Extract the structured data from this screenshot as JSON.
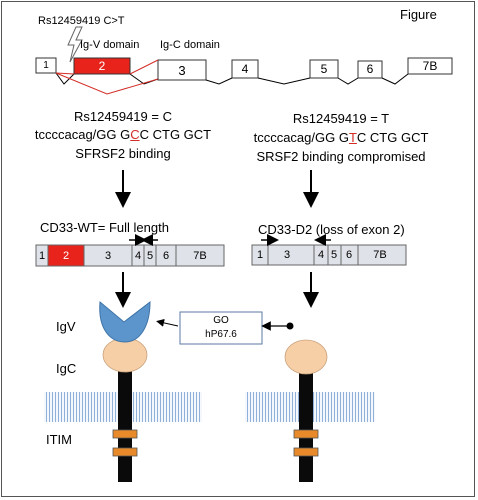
{
  "figure_label": "Figure",
  "snp_label": "Rs12459419 C>T",
  "domains": {
    "igv": "Ig-V domain",
    "igc": "Ig-C domain"
  },
  "gene_exons": [
    "1",
    "2",
    "3",
    "4",
    "5",
    "6",
    "7B"
  ],
  "left_allele": {
    "title": "Rs12459419 = C",
    "seq_prefix": "tccccacag/GG G",
    "seq_variant": "C",
    "seq_suffix": "C CTG GCT",
    "binding": "SFRSF2 binding"
  },
  "right_allele": {
    "title": "Rs12459419 = T",
    "seq_prefix": "tccccacag/GG G",
    "seq_variant": "T",
    "seq_suffix": "C CTG GCT",
    "binding": "SRSF2 binding compromised"
  },
  "transcript_wt": {
    "title": "CD33-WT= Full length",
    "exons": [
      "1",
      "2",
      "3",
      "4",
      "5",
      "6",
      "7B"
    ]
  },
  "transcript_d2": {
    "title": "CD33-D2 (loss of exon 2)",
    "exons": [
      "1",
      "3",
      "4",
      "5",
      "6",
      "7B"
    ]
  },
  "protein_labels": {
    "igv": "IgV",
    "igc": "IgC",
    "itim": "ITIM"
  },
  "drug": {
    "line1": "GO",
    "line2": "hP67.6"
  },
  "colors": {
    "exon_red": "#e8231b",
    "exon_grey": "#dfe2e8",
    "igv_blue": "#5b95cc",
    "igc_peach": "#f7cfa6",
    "itim_orange": "#e88a2a",
    "membrane_blue": "#9ab5d8",
    "accent_red": "#d32d27"
  }
}
